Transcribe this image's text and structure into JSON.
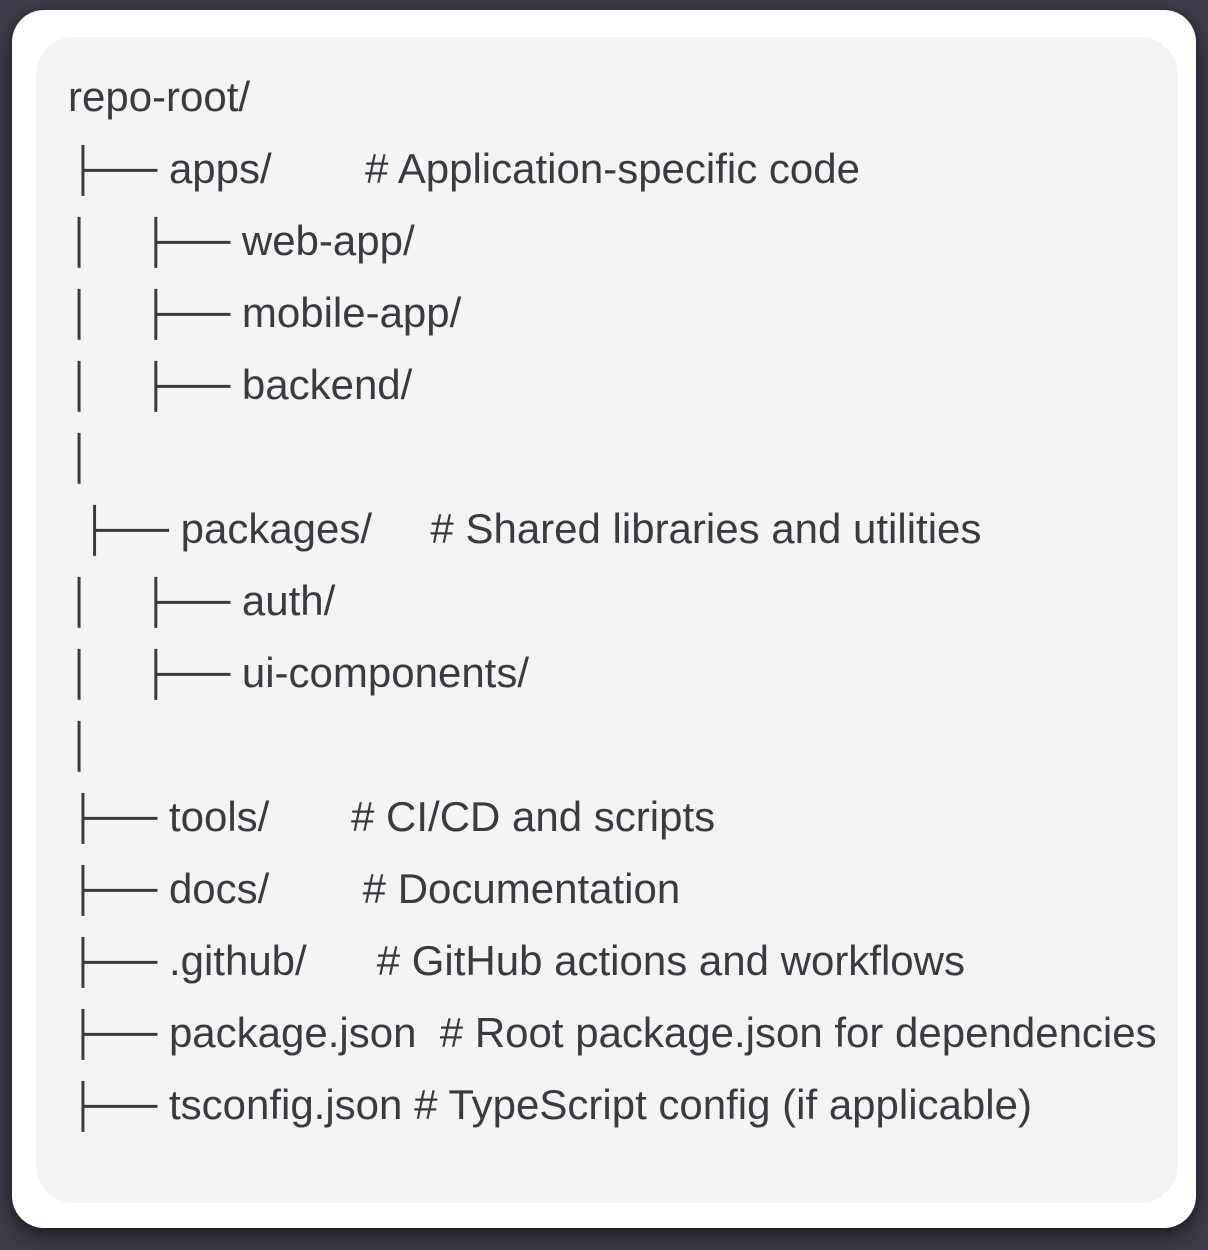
{
  "colors": {
    "page_background": "#3e3e4a",
    "card_background": "#ffffff",
    "code_block_background": "#f4f4f5",
    "text": "#3a3a40"
  },
  "tree": {
    "lines": [
      "repo-root/",
      "├── apps/        # Application-specific code",
      "│    ├── web-app/",
      "│    ├── mobile-app/",
      "│    ├── backend/",
      "│",
      " ├── packages/     # Shared libraries and utilities",
      "│    ├── auth/",
      "│    ├── ui-components/",
      "│",
      "├── tools/       # CI/CD and scripts",
      "├── docs/        # Documentation",
      "├── .github/      # GitHub actions and workflows",
      "├── package.json  # Root package.json for dependencies",
      "├── tsconfig.json # TypeScript config (if applicable)"
    ]
  }
}
